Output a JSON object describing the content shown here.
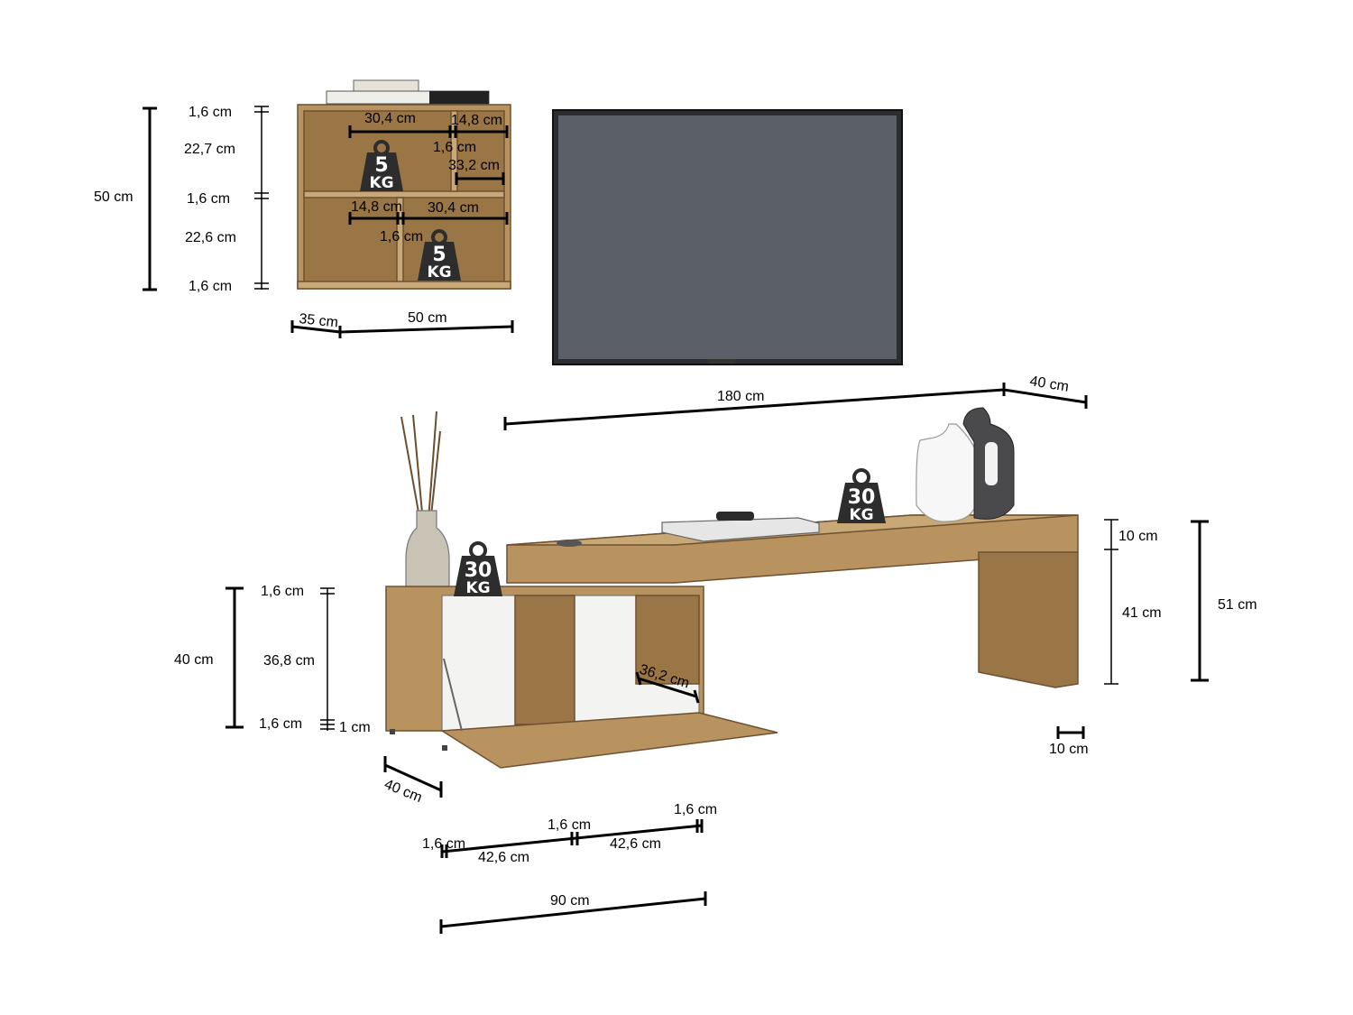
{
  "weights": {
    "wall_upper": {
      "value": "5",
      "unit": "KG"
    },
    "wall_lower": {
      "value": "5",
      "unit": "KG"
    },
    "cabinet_top": {
      "value": "30",
      "unit": "KG"
    },
    "bench_top": {
      "value": "30",
      "unit": "KG"
    }
  },
  "wall_shelf": {
    "left_thickness_top": "1,6 cm",
    "left_upper_height": "22,7 cm",
    "left_thickness_mid": "1,6 cm",
    "left_lower_height": "22,6 cm",
    "left_thickness_bottom": "1,6 cm",
    "total_height": "50 cm",
    "upper_width_left": "30,4 cm",
    "upper_width_right": "14,8 cm",
    "upper_divider": "1,6 cm",
    "upper_right_depth": "33,2 cm",
    "lower_width_left": "14,8 cm",
    "lower_width_right": "30,4 cm",
    "lower_divider": "1,6 cm",
    "depth": "35 cm",
    "width": "50 cm"
  },
  "tv_bench": {
    "length": "180 cm",
    "depth": "40 cm",
    "top_thickness": "10 cm",
    "leg_height": "41 cm",
    "total_height": "51 cm",
    "leg_thickness": "10 cm"
  },
  "cabinet": {
    "top_thickness": "1,6 cm",
    "inner_height": "36,8 cm",
    "bottom_thickness": "1,6 cm",
    "total_height": "40 cm",
    "foot_height": "1 cm",
    "inner_depth": "36,2 cm",
    "depth": "40 cm",
    "side_left": "1,6 cm",
    "compartment_left": "42,6 cm",
    "middle_divider": "1,6 cm",
    "compartment_right": "42,6 cm",
    "side_right": "1,6 cm",
    "width": "90 cm"
  }
}
